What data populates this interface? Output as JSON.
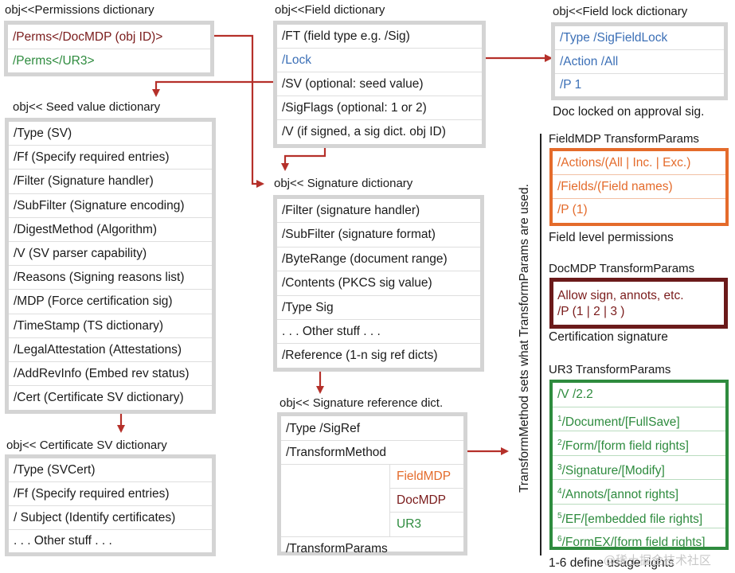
{
  "perm": {
    "title": "obj<<Permissions dictionary",
    "rows": [
      "/Perms</DocMDP (obj ID)>",
      "/Perms</UR3>"
    ]
  },
  "field": {
    "title": "obj<<Field dictionary",
    "rows": [
      "/FT (field type e.g. /Sig)",
      "/Lock",
      "/SV (optional: seed value)",
      "/SigFlags (optional: 1 or 2)",
      "/V (if signed, a sig dict. obj ID)"
    ]
  },
  "lock": {
    "title": "obj<<Field lock dictionary",
    "rows": [
      "/Type /SigFieldLock",
      "/Action /All",
      "/P 1"
    ],
    "caption": "Doc locked on approval sig."
  },
  "seed": {
    "title": "obj<< Seed value dictionary",
    "rows": [
      "/Type (SV)",
      "/Ff (Specify required entries)",
      "/Filter (Signature handler)",
      "/SubFilter (Signature encoding)",
      "/DigestMethod (Algorithm)",
      "/V (SV parser capability)",
      "/Reasons (Signing reasons list)",
      "/MDP (Force certification sig)",
      "/TimeStamp (TS dictionary)",
      "/LegalAttestation (Attestations)",
      "/AddRevInfo (Embed rev status)",
      "/Cert (Certificate SV dictionary)"
    ]
  },
  "sig": {
    "title": "obj<< Signature dictionary",
    "rows": [
      "/Filter (signature handler)",
      "/SubFilter (signature format)",
      "/ByteRange (document range)",
      "/Contents (PKCS sig value)",
      "/Type Sig",
      ". . . Other stuff . . .",
      "/Reference (1-n sig ref dicts)"
    ]
  },
  "cert": {
    "title": "obj<< Certificate SV dictionary",
    "rows": [
      "/Type (SVCert)",
      "/Ff (Specify required entries)",
      "/ Subject (Identify certificates)",
      ". . . Other stuff . . ."
    ]
  },
  "ref": {
    "title": "obj<< Signature reference dict.",
    "rows": [
      "/Type /SigRef",
      "/TransformMethod",
      "/TransformParams"
    ],
    "methods": [
      "FieldMDP",
      "DocMDP",
      "UR3"
    ]
  },
  "fieldmdp": {
    "title": "FieldMDP TransformParams",
    "rows": [
      "/Actions/(All | Inc. | Exc.)",
      "/Fields/(Field names)",
      "/P (1)"
    ],
    "caption": "Field level permissions"
  },
  "docmdp": {
    "title": "DocMDP TransformParams",
    "rows": [
      "Allow sign, annots, etc.",
      "/P (1 | 2 | 3 )"
    ],
    "caption": "Certification signature"
  },
  "ur3": {
    "title": "UR3 TransformParams",
    "rows": [
      "/V /2.2",
      "/Document/[FullSave]",
      "/Form/[form field rights]",
      "/Signature/[Modify]",
      "/Annots/[annot rights]",
      "/EF/[embedded file rights]",
      "/FormEX/[form field rights]"
    ],
    "sups": [
      "",
      "1",
      "2",
      "3",
      "4",
      "5",
      "6"
    ],
    "caption": "1-6 define usage rights"
  },
  "vertical": "TransformMethod sets what TransformParams are used.",
  "watermark": "@稀土掘金技术社区",
  "colors": {
    "arrow": "#b5302a",
    "box_border": "#d4d4d4",
    "fieldmdp": "#e46b2b",
    "docmdp": "#6b1a1a",
    "ur3": "#2e8b3e",
    "lock_text": "#3b6fb6"
  }
}
